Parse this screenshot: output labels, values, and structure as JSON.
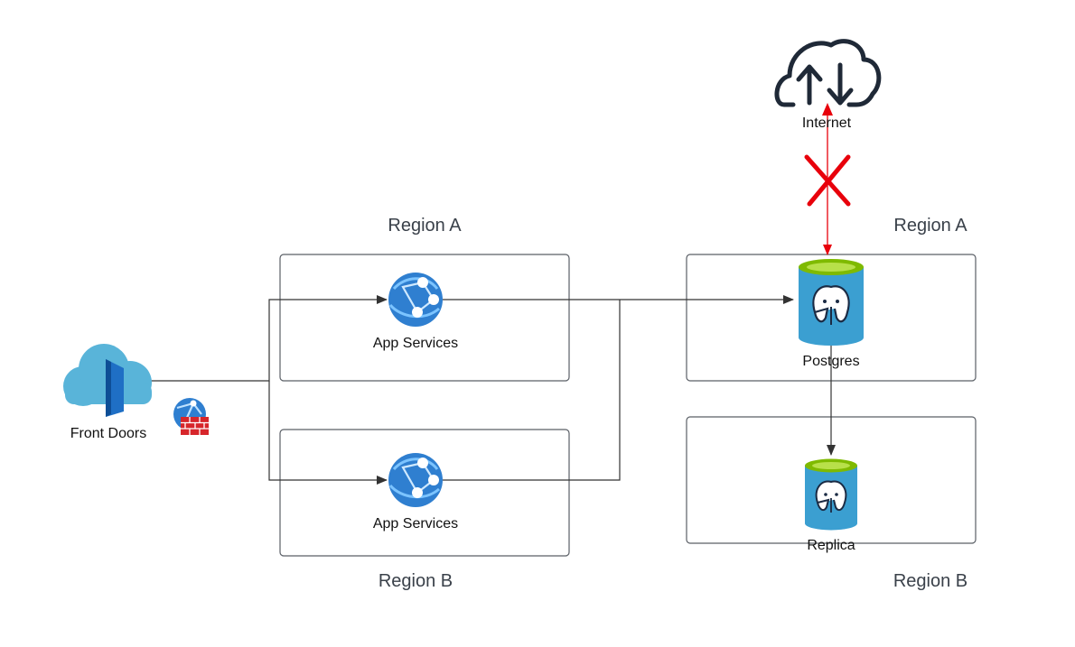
{
  "colors": {
    "region_border": "#5a5f66",
    "connector": "#333333",
    "blocked_connector": "#e8000b",
    "azure_blue": "#2f7fd0",
    "postgres_body": "#3b9fd1",
    "postgres_top": "#7fba00",
    "cloud_dark": "#1f2937",
    "firewall_red": "#d7262b"
  },
  "nodes": {
    "front_doors": {
      "label": "Front Doors",
      "icon": "azure-front-door-icon"
    },
    "waf": {
      "icon": "web-application-firewall-icon"
    },
    "app_services_a": {
      "label": "App Services",
      "icon": "app-service-icon"
    },
    "app_services_b": {
      "label": "App Services",
      "icon": "app-service-icon"
    },
    "postgres": {
      "label": "Postgres",
      "icon": "postgres-database-icon"
    },
    "replica": {
      "label": "Replica",
      "icon": "postgres-database-icon"
    },
    "internet": {
      "label": "Internet",
      "icon": "cloud-upload-download-icon"
    }
  },
  "regions": {
    "app_a": "Region A",
    "app_b": "Region B",
    "db_a": "Region A",
    "db_b": "Region B"
  },
  "connections": [
    {
      "from": "front_doors",
      "to": "app_services_a"
    },
    {
      "from": "front_doors",
      "to": "app_services_b"
    },
    {
      "from": "app_services_a",
      "to": "postgres"
    },
    {
      "from": "app_services_b",
      "to": "postgres"
    },
    {
      "from": "postgres",
      "to": "replica"
    },
    {
      "from": "postgres",
      "to": "internet",
      "blocked": true
    }
  ]
}
